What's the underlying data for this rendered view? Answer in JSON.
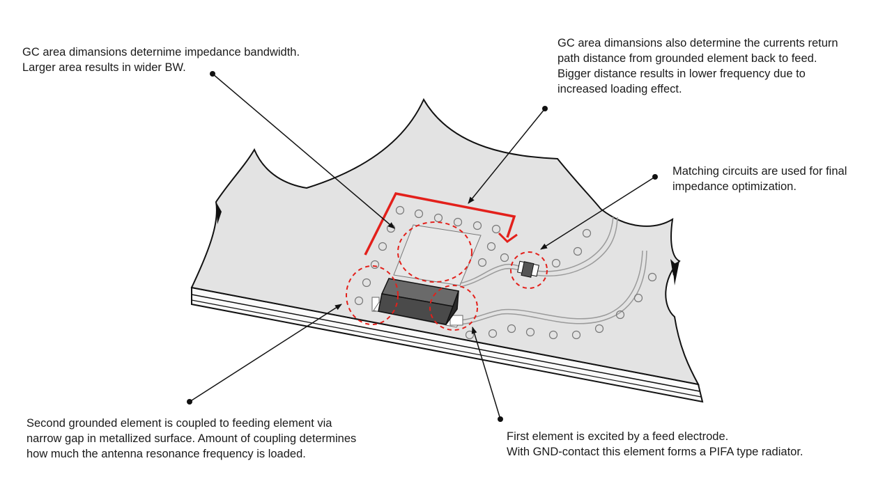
{
  "annotations": {
    "gc_area_bandwidth": {
      "lines": [
        "GC area dimansions deternime impedance bandwidth.",
        "Larger area results in wider BW."
      ]
    },
    "gc_area_return_path": {
      "lines": [
        "GC area dimansions also determine the currents return",
        "path distance from grounded element back to feed.",
        "Bigger distance results in lower frequency due to",
        "increased loading effect."
      ]
    },
    "matching_circuits": {
      "lines": [
        "Matching circuits are used for final",
        "impedance optimization."
      ]
    },
    "second_grounded_element": {
      "lines": [
        "Second grounded element is coupled to feeding element via",
        "narrow gap in metallized surface. Amount of coupling determines",
        "how much the antenna resonance frequency is loaded."
      ]
    },
    "first_element": {
      "lines": [
        "First element is excited by a feed electrode.",
        "With GND-contact this element forms a PIFA type radiator."
      ]
    }
  },
  "colors": {
    "board_fill": "#e3e3e3",
    "outline": "#111111",
    "highlight_red": "#e3201b",
    "component_dark": "#4a4a4a",
    "trace_gray": "#9a9a9a"
  }
}
